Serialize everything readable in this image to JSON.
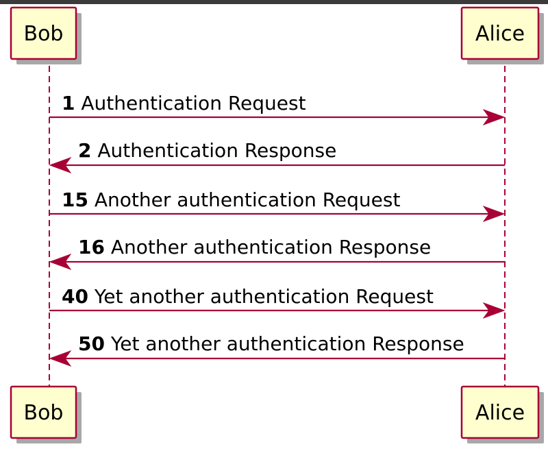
{
  "participants": [
    {
      "id": "bob",
      "label": "Bob"
    },
    {
      "id": "alice",
      "label": "Alice"
    }
  ],
  "messages": [
    {
      "number": "1",
      "text": "Authentication Request",
      "from": "bob",
      "to": "alice"
    },
    {
      "number": "2",
      "text": "Authentication Response",
      "from": "alice",
      "to": "bob"
    },
    {
      "number": "15",
      "text": "Another authentication Request",
      "from": "bob",
      "to": "alice"
    },
    {
      "number": "16",
      "text": "Another authentication Response",
      "from": "alice",
      "to": "bob"
    },
    {
      "number": "40",
      "text": "Yet another authentication Request",
      "from": "bob",
      "to": "alice"
    },
    {
      "number": "50",
      "text": "Yet another authentication Response",
      "from": "alice",
      "to": "bob"
    }
  ],
  "colors": {
    "line": "#a80036",
    "box_fill": "#fefece",
    "shadow": "#a8a8a8",
    "top_bar": "#3b3b3b"
  }
}
